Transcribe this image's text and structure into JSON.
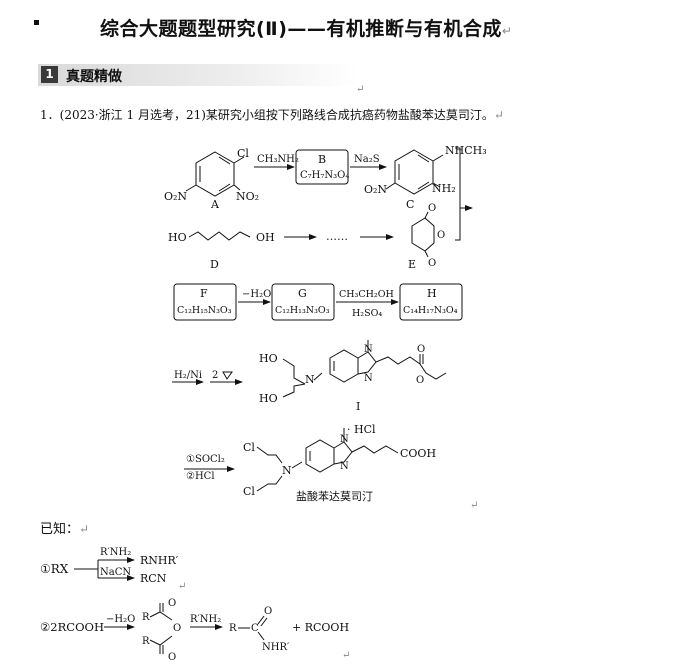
{
  "header": {
    "title": "综合大题题型研究(Ⅱ)——有机推断与有机合成",
    "return_mark": "↵"
  },
  "section": {
    "icon": "1",
    "label": "真题精做"
  },
  "question": {
    "number": "1．",
    "text": "(2023·浙江 1 月选考，21)某研究小组按下列路线合成抗癌药物盐酸苯达莫司汀。"
  },
  "scheme": {
    "reagent_A_B": "CH₃NH₂",
    "reagent_B_C": "Na₂S",
    "B_label": "B",
    "B_formula": "C₇H₇N₃O₄",
    "A_label": "A",
    "C_label": "C",
    "D_label": "D",
    "E_label": "E",
    "A_Cl": "Cl",
    "A_O2N": "O₂N",
    "A_NO2": "NO₂",
    "C_NHCH3": "NHCH₃",
    "C_NH2": "NH₂",
    "C_O2N": "O₂N",
    "D_HO_left": "HO",
    "D_OH_right": "OH",
    "dots": "……",
    "E_O_top": "O",
    "E_O_mid": "O",
    "E_O_bot": "O",
    "F_label": "F",
    "F_formula": "C₁₂H₁₅N₃O₃",
    "G_label": "G",
    "G_formula": "C₁₂H₁₃N₃O₃",
    "H_label": "H",
    "H_formula": "C₁₄H₁₇N₃O₄",
    "reagent_F_G": "−H₂O",
    "reagent_G_H_top": "CH₃CH₂OH",
    "reagent_G_H_bottom": "H₂SO₄",
    "reagent_I_1": "H₂/Ni",
    "reagent_I_2": "2",
    "I_label": "I",
    "I_HO_top": "HO",
    "I_HO_bottom": "HO",
    "I_N": "N",
    "I_O_carbonyl": "O",
    "I_O_ester": "O",
    "reagent_final_1": "①SOCl₂",
    "reagent_final_2": "②HCl",
    "final_Cl_top": "Cl",
    "final_Cl_bottom": "Cl",
    "final_N": "N",
    "final_HCl": "· HCl",
    "final_COOH": "COOH",
    "final_name": "盐酸苯达莫司汀",
    "ring_N_top": "N",
    "ring_N_bottom": "N",
    "final_ring_N_top": "N",
    "final_ring_N_bottom": "N"
  },
  "known": {
    "label": "已知：",
    "rxn1_start": "①RX",
    "rxn1_reagent_top": "R′NH₂",
    "rxn1_product_top": "RNHR′",
    "rxn1_reagent_bottom": "NaCN",
    "rxn1_product_bottom": "RCN",
    "rxn2_start": "②2RCOOH",
    "rxn2_reagent1": "−H₂O",
    "rxn2_R_top": "R",
    "rxn2_R_bottom": "R",
    "rxn2_O_top": "O",
    "rxn2_O_mid": "O",
    "rxn2_O_bottom": "O",
    "rxn2_reagent2": "R′NH₂",
    "rxn2_amide_R": "R",
    "rxn2_amide_C": "C",
    "rxn2_amide_O": "O",
    "rxn2_amide_NHR": "NHR′",
    "rxn2_plus": "+ RCOOH"
  }
}
